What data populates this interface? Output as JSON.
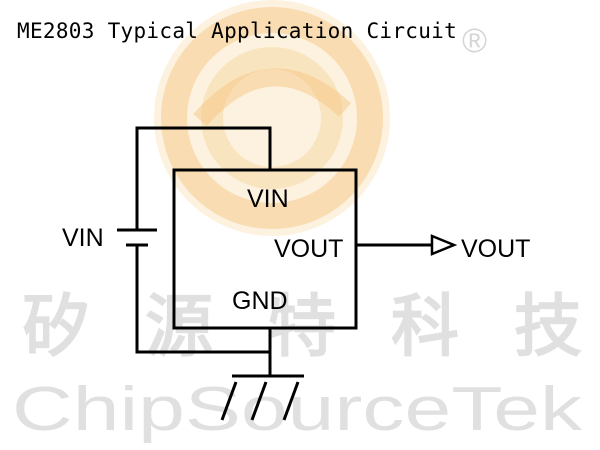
{
  "title": "ME2803 Typical Application Circuit",
  "watermark": {
    "chinese": "矽源特科技",
    "english": "ChipSourceTek",
    "registered_mark": "®",
    "logo_colors": [
      "#f6d9a6",
      "#f3c27a",
      "#fbe7c4"
    ]
  },
  "chip": {
    "pin_vin": "VIN",
    "pin_vout": "VOUT",
    "pin_gnd": "GND"
  },
  "input_label": "VIN",
  "output_label": "VOUT",
  "icons": {
    "battery": "battery-icon",
    "arrow": "output-arrow-icon",
    "ground": "ground-icon"
  },
  "colors": {
    "line": "#000000",
    "watermark_text": "#c8c8c8"
  }
}
